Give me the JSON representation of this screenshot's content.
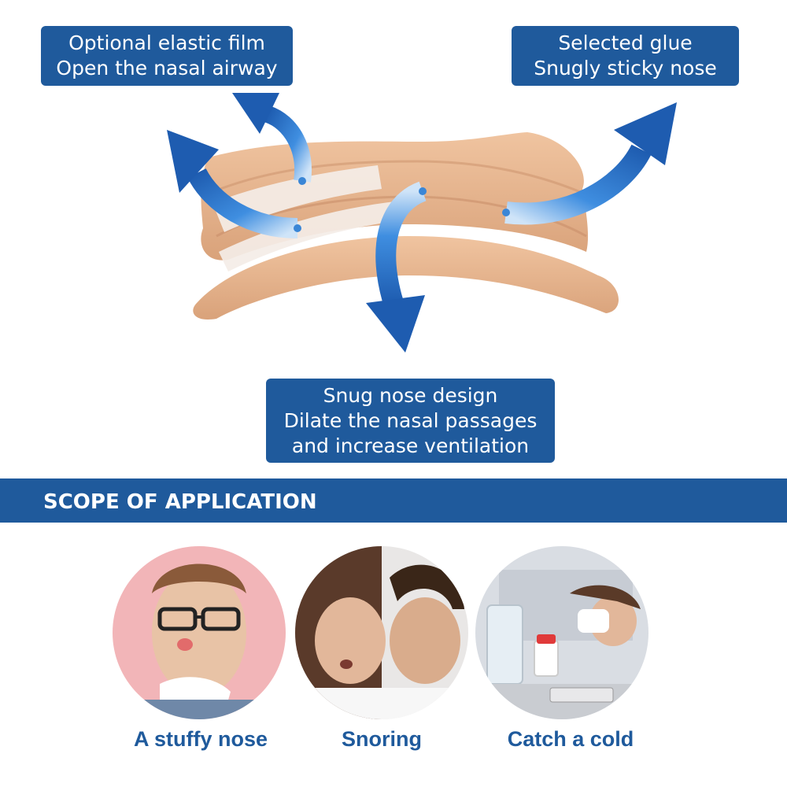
{
  "callouts": {
    "film": [
      "Optional elastic film",
      "Open the nasal airway"
    ],
    "glue": [
      "Selected glue",
      "Snugly sticky nose"
    ],
    "design": [
      "Snug nose design",
      "Dilate the nasal passages",
      "and increase ventilation"
    ]
  },
  "banner": {
    "title": "SCOPE OF APPLICATION"
  },
  "scope": [
    {
      "label": "A stuffy nose",
      "image": "man-with-stuffy-nose-photo"
    },
    {
      "label": "Snoring",
      "image": "couple-snoring-photo"
    },
    {
      "label": "Catch a cold",
      "image": "sick-woman-with-medicine-photo"
    }
  ],
  "colors": {
    "brand_blue": "#1f5a9c",
    "strip_skin": "#e6b48e",
    "arrow_blue": "#3a86d6"
  }
}
